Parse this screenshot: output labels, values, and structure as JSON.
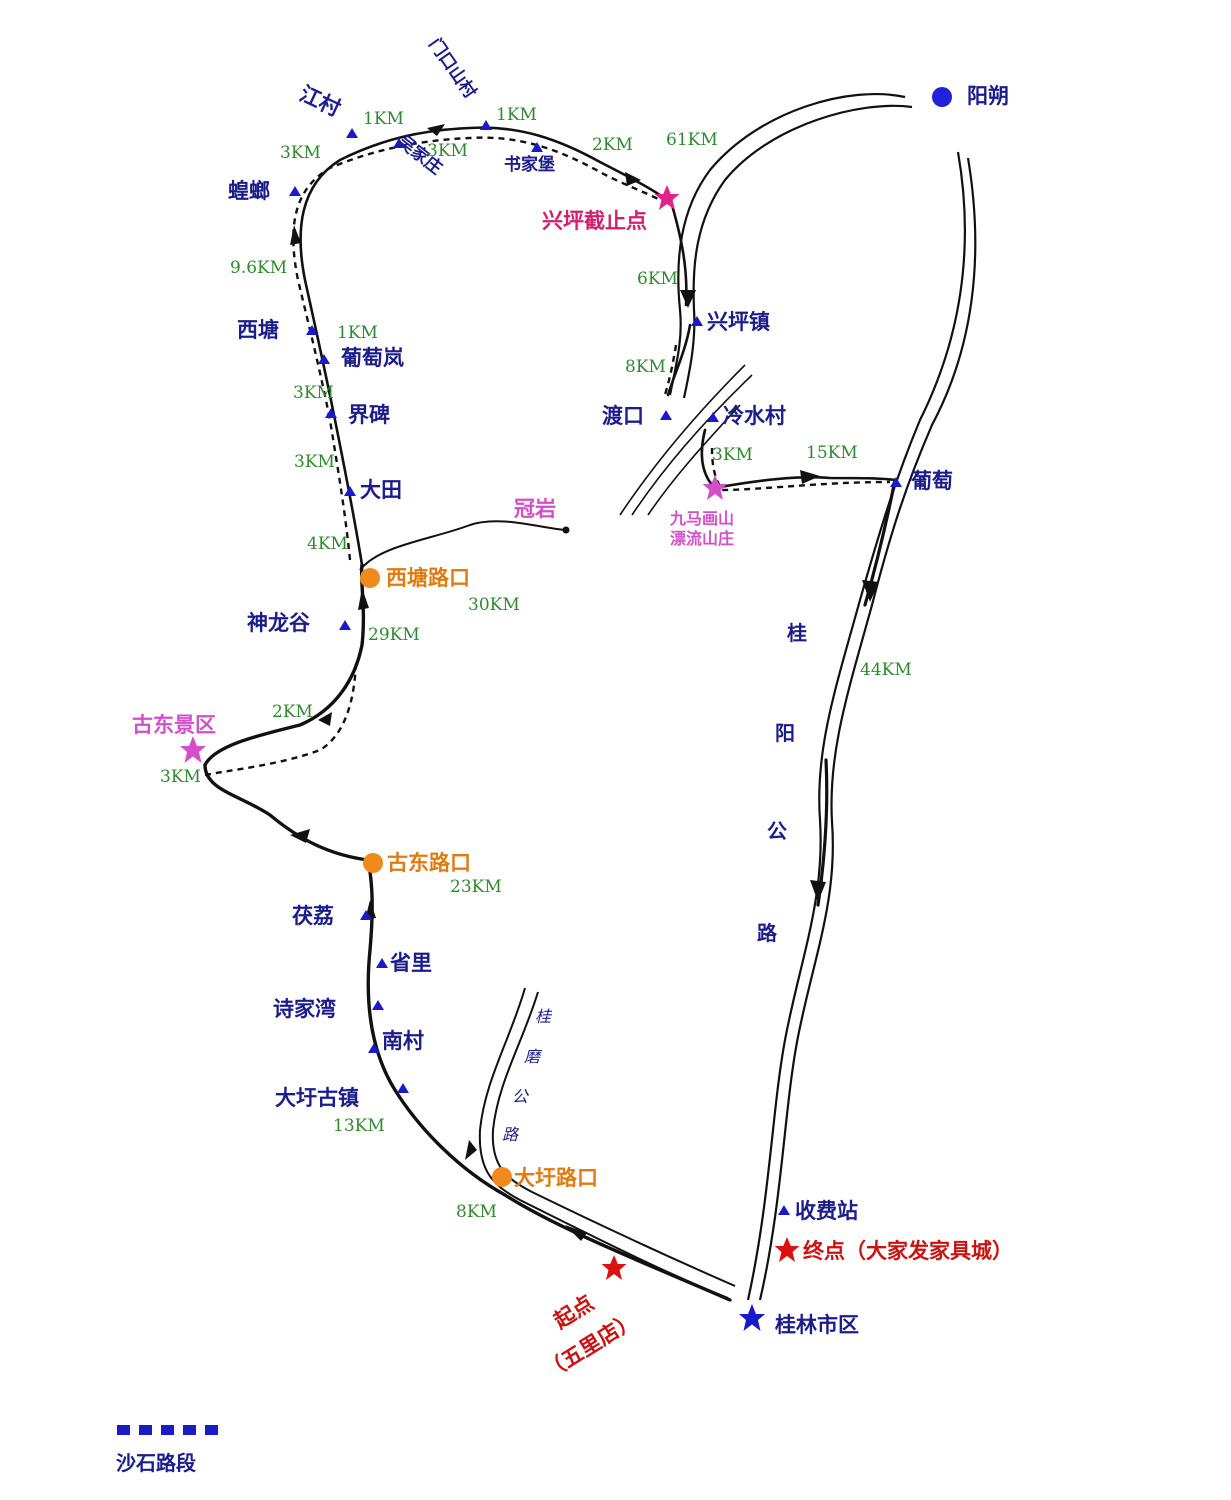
{
  "colors": {
    "place": "#1c1c8c",
    "km": "#2f8a2f",
    "scenic": "#d24fc9",
    "junction": "#e07b12",
    "endpoint": "#cc1111",
    "cutoff": "#d11f6e",
    "city_marker": "#2222dd",
    "legend_dash": "#1a1ac8"
  },
  "places": {
    "yangshuo": "阳朔",
    "jiangcun": "江村",
    "menkoushan": "门口山村",
    "wujiazhuang": "吴家庄",
    "shujiabao": "书家堡",
    "huangxiang": "蝗螂",
    "xitang": "西塘",
    "putaoling": "葡萄岚",
    "jiebei": "界碑",
    "datian": "大田",
    "shenlonggu": "神龙谷",
    "fuli": "茯荔",
    "shengli": "省里",
    "shijiawan": "诗家湾",
    "nancun": "南村",
    "daxugu": "大圩古镇",
    "xingpingzhen": "兴坪镇",
    "dukou": "渡口",
    "lengshuicun": "冷水村",
    "putao": "葡萄",
    "shoufeizhan": "收费站",
    "guilin": "桂林市区"
  },
  "scenic": {
    "gudong_jingqu": "古东景区",
    "jiuma_line1": "九马画山",
    "jiuma_line2": "漂流山庄",
    "guanyan": "冠岩"
  },
  "junctions": {
    "xitang_lukou": "西塘路口",
    "gudong_lukou": "古东路口",
    "daxu_lukou": "大圩路口"
  },
  "endpoints": {
    "start_line1": "起点",
    "start_line2": "（五里店）",
    "finish": "终点（大家发家具城）",
    "cutoff": "兴坪截止点"
  },
  "roads": {
    "guiyang": [
      "桂",
      "阳",
      "公",
      "路"
    ],
    "guimo": [
      "桂",
      "磨",
      "公",
      "路"
    ]
  },
  "distances": {
    "jiangcun_wujia": "1KM",
    "menkou": "1KM",
    "huang_jiang": "3KM",
    "wujia_shujia": "3KM",
    "shujia_cutoff": "2KM",
    "yangshuo_xingping": "61KM",
    "huang_xitang": "9.6KM",
    "cutoff_xingping": "6KM",
    "xitang_putao": "1KM",
    "xingping_dukou": "8KM",
    "putao_jiebei": "3KM",
    "jiebei_datian": "3KM",
    "lengshui_jiuma": "3KM",
    "jiuma_putao": "15KM",
    "datian_lukou": "4KM",
    "lukou_guanyan": "30KM",
    "lukou_shenlong": "29KM",
    "guiyang_44": "44KM",
    "gudong_2": "2KM",
    "gudong_3": "3KM",
    "gudong_lukou": "23KM",
    "daxu_13": "13KM",
    "daxu_8": "8KM"
  },
  "legend": {
    "gravel": "沙石路段"
  }
}
